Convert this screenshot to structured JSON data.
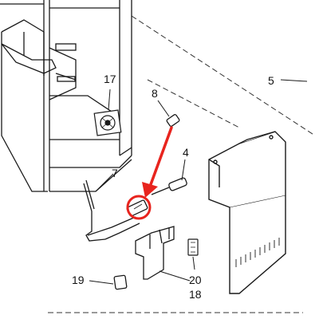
{
  "parts": {
    "p4": "4",
    "p5": "5",
    "p7": "7",
    "p8": "8",
    "p17": "17",
    "p18": "18",
    "p19": "19",
    "p20": "20"
  },
  "colors": {
    "line": "#1a1a1a",
    "highlight": "#e8241e",
    "dash": "#333333"
  }
}
